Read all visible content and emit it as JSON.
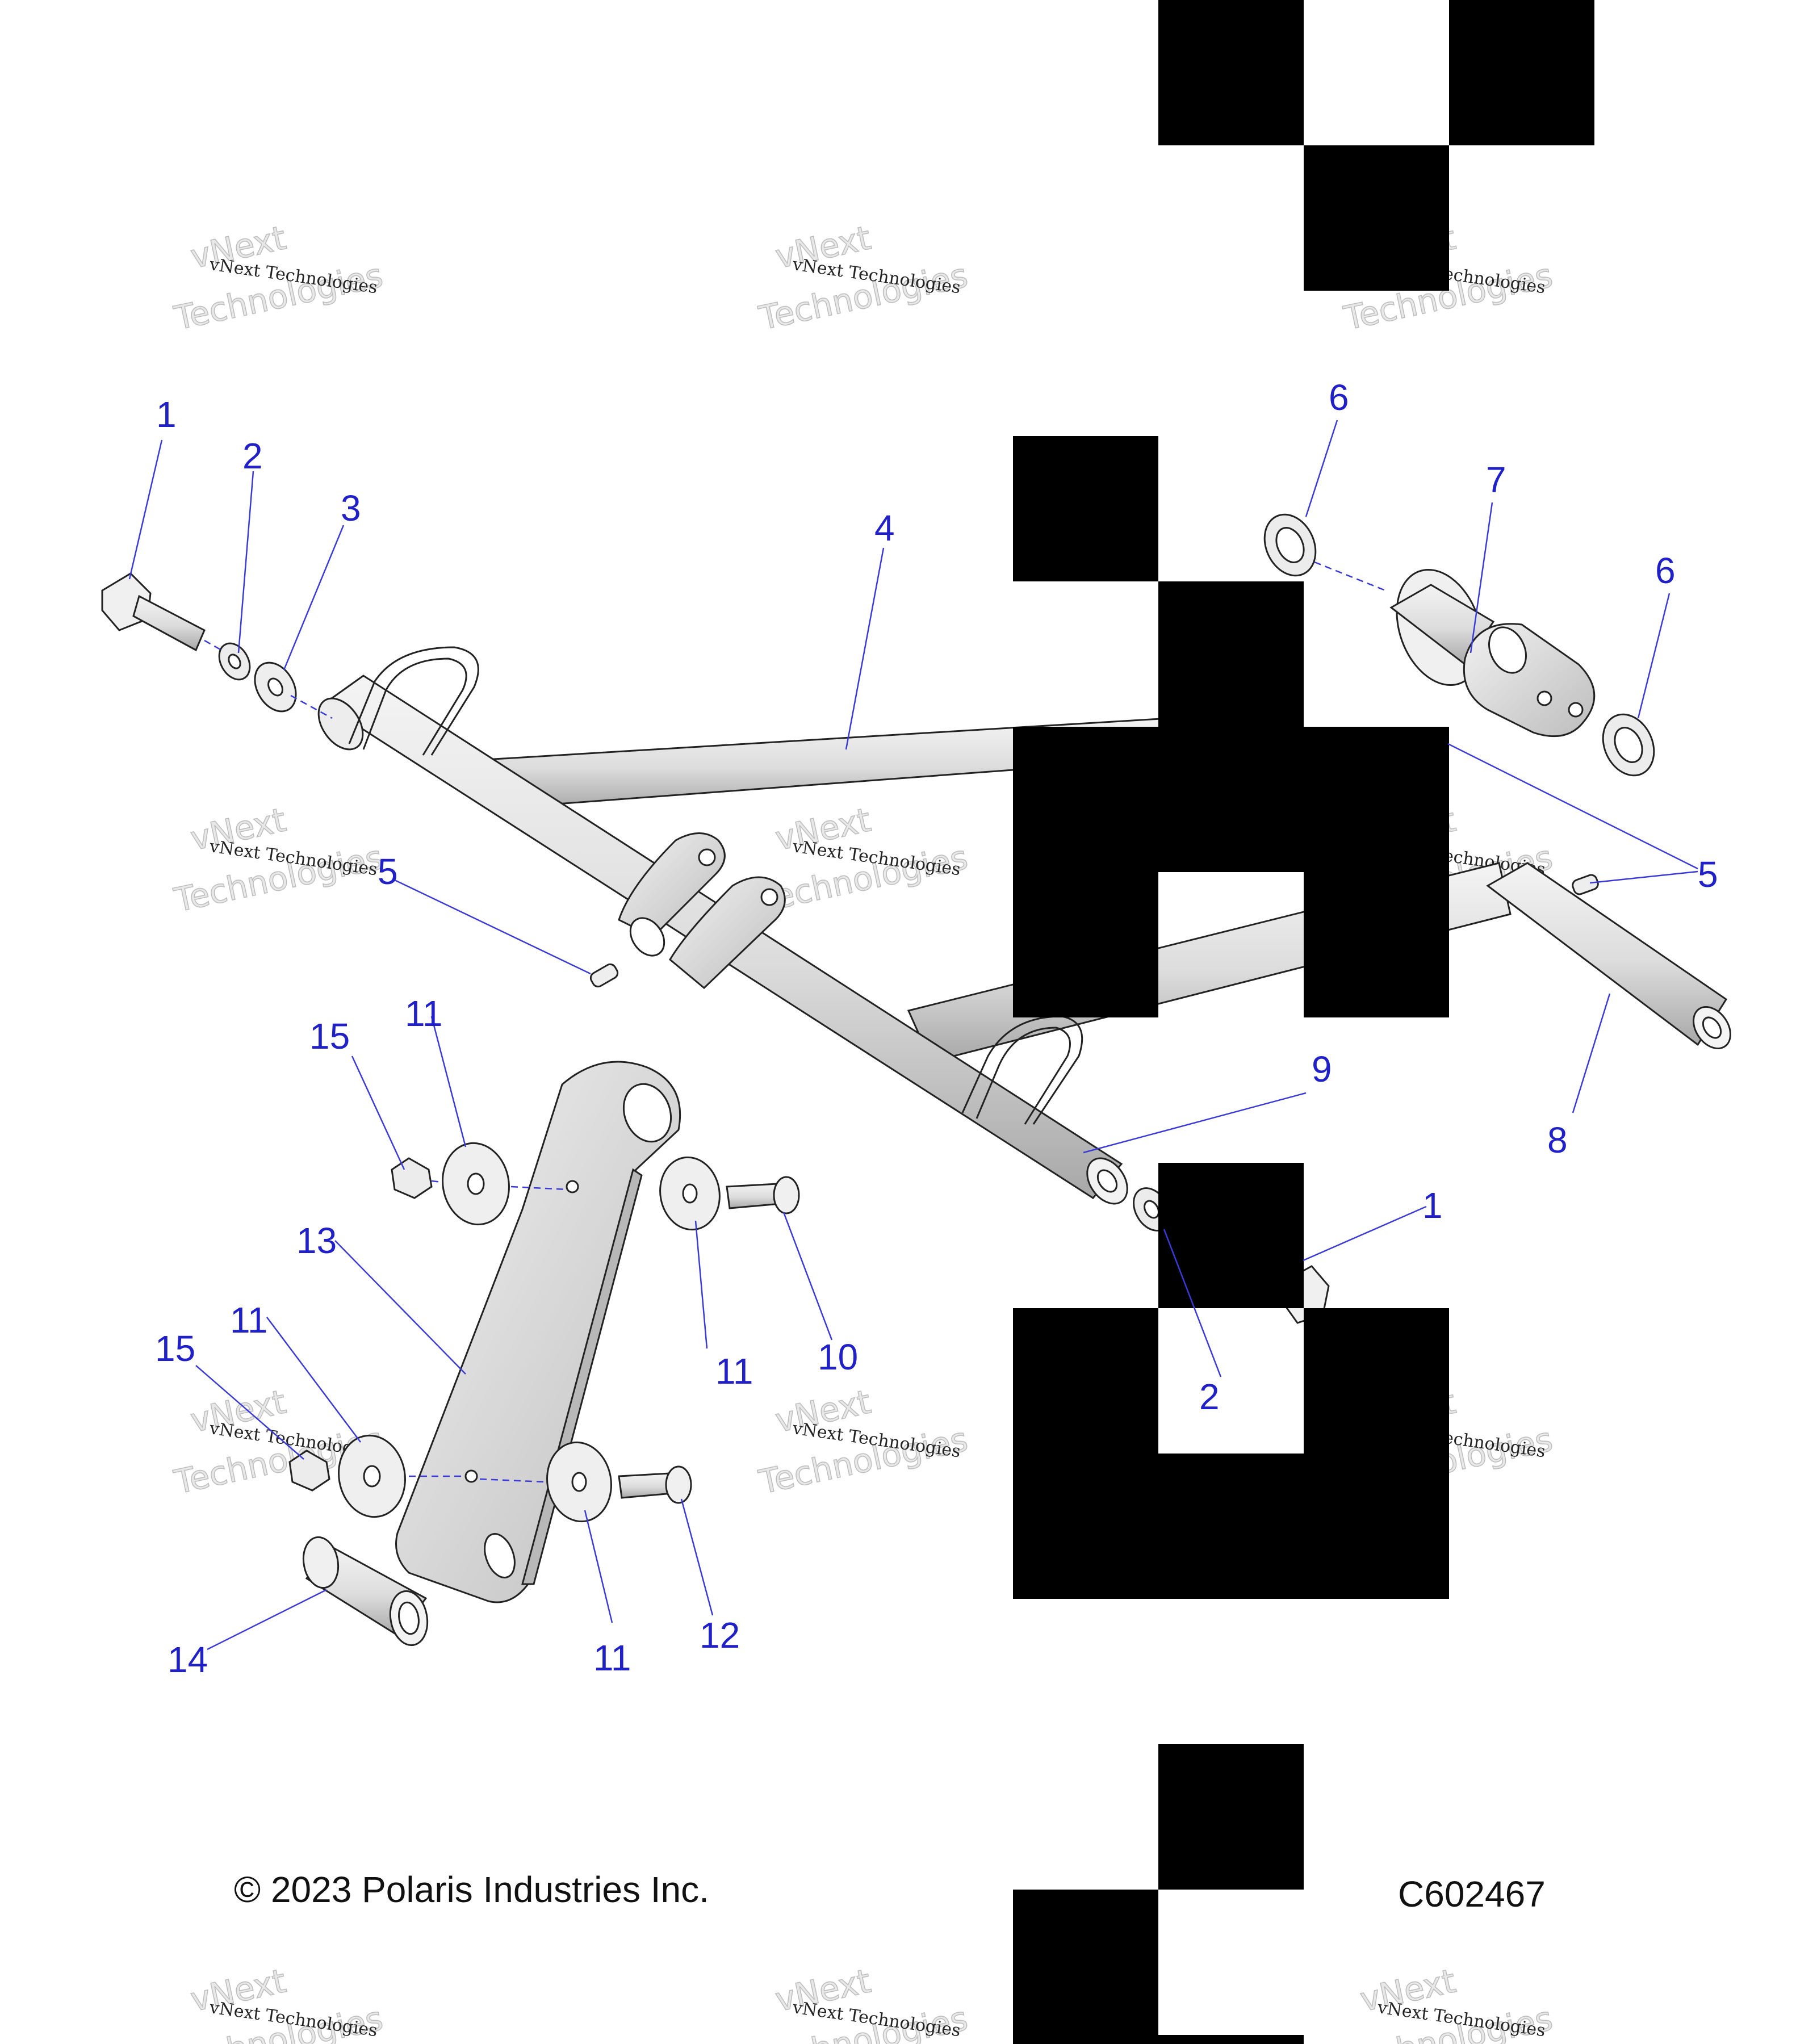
{
  "watermark": {
    "line_top": "vNext",
    "line_mid": "vNext Technologies",
    "line_big": "Technologies"
  },
  "callouts": [
    "1",
    "2",
    "3",
    "4",
    "5",
    "6",
    "7",
    "6",
    "5",
    "5",
    "8",
    "9",
    "1",
    "2",
    "11",
    "15",
    "13",
    "11",
    "10",
    "11",
    "15",
    "11",
    "12",
    "11",
    "14"
  ],
  "footer": {
    "copyright": "© 2023 Polaris Industries Inc.",
    "code": "C602467"
  },
  "colors": {
    "callout": "#2020c8",
    "part_fill": "#eeeeee",
    "part_shade": "#c8c8c8",
    "mask": "#000000"
  }
}
